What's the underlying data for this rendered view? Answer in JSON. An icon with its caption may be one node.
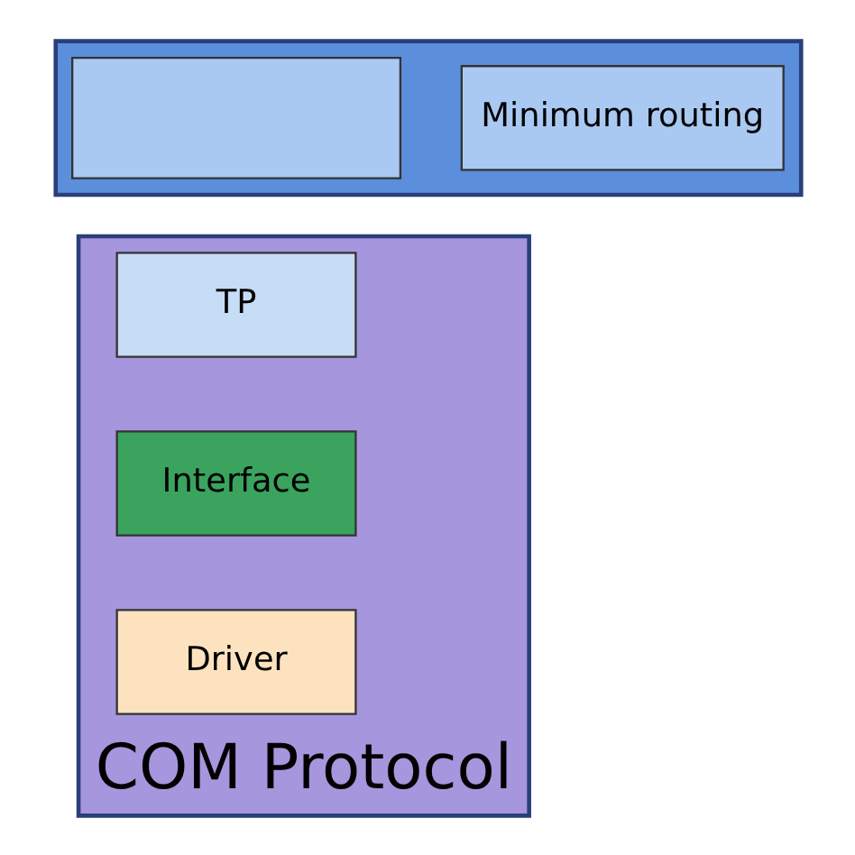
{
  "diagram": {
    "nodes": [
      {
        "text": [],
        "shape": "box"
      },
      {
        "text": [],
        "shape": "box",
        "in": 0
      },
      {
        "text": [
          "Minimum routing"
        ],
        "in": 0
      },
      {
        "text": [
          "COM Protocol"
        ]
      },
      {
        "text": [
          "TP"
        ],
        "in": 3
      },
      {
        "text": [
          "Interface"
        ],
        "in": 3
      },
      {
        "text": [
          "Driver"
        ],
        "in": 3
      }
    ],
    "edges": []
  }
}
